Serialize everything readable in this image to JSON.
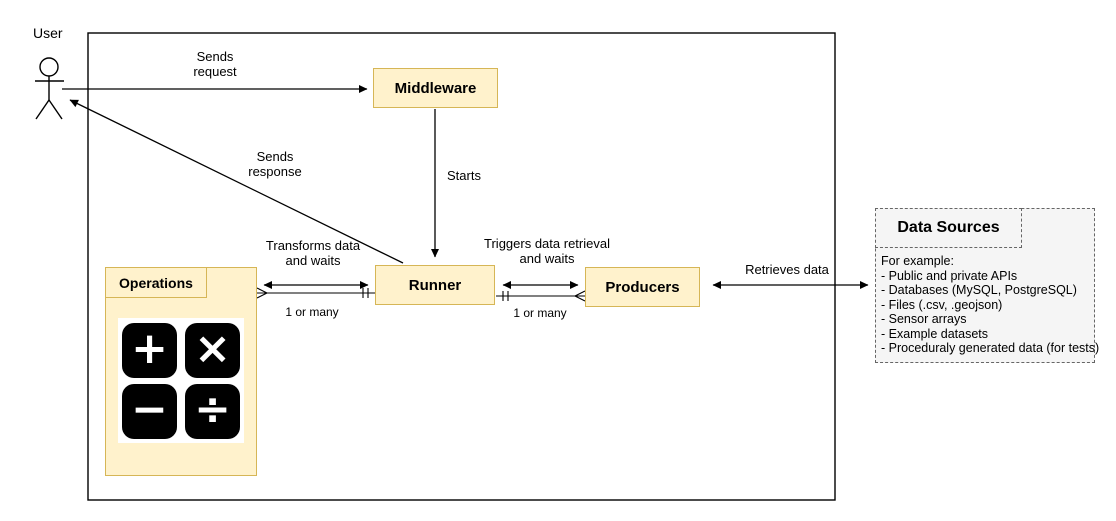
{
  "diagram": {
    "user": {
      "label": "User"
    },
    "nodes": {
      "middleware": {
        "label": "Middleware"
      },
      "runner": {
        "label": "Runner"
      },
      "producers": {
        "label": "Producers"
      },
      "operations": {
        "label": "Operations",
        "operators": [
          "+",
          "×",
          "−",
          "÷"
        ]
      },
      "data_sources": {
        "title": "Data Sources",
        "lines": [
          "For example:",
          "- Public and private APIs",
          "- Databases (MySQL, PostgreSQL)",
          "- Files (.csv, .geojson)",
          "- Sensor arrays",
          "- Example datasets",
          "- Proceduraly generated data (for tests)"
        ]
      }
    },
    "edges": {
      "sends_request": "Sends\nrequest",
      "sends_response": "Sends\nresponse",
      "starts": "Starts",
      "transforms": "Transforms data\nand waits",
      "triggers": "Triggers data retrieval\nand waits",
      "retrieves": "Retrieves data",
      "cardinality_left": "1 or many",
      "cardinality_right": "1 or many"
    },
    "colors": {
      "node_fill": "#FFF2CC",
      "node_border": "#D6B656",
      "note_fill": "#F5F5F5",
      "note_border": "#666666",
      "line": "#000000"
    }
  }
}
